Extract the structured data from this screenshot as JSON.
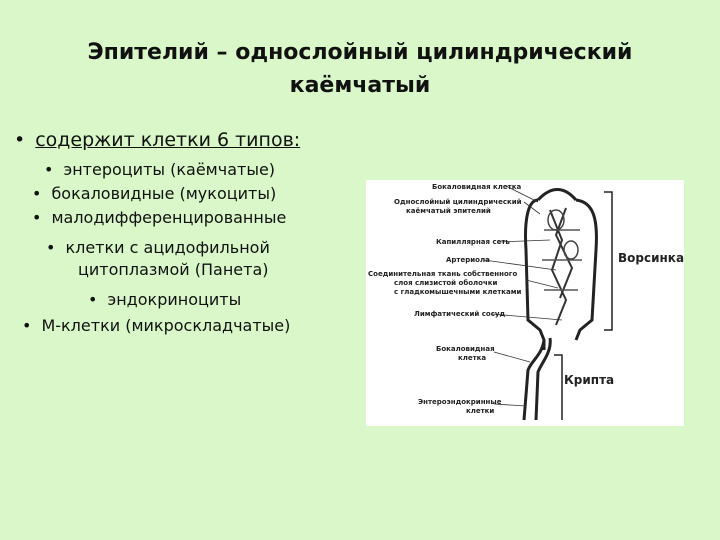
{
  "title_line1": "Эпителий – однослойный цилиндрический",
  "title_line2": "каёмчатый",
  "main_bullet": "содержит клетки 6 типов:",
  "items": [
    "энтероциты (каёмчатые)",
    "бокаловидные (мукоциты)",
    "малодифференцированные",
    "клетки с ацидофильной",
    "цитоплазмой (Панета)",
    "эндокриноциты",
    "М-клетки (микроскладчатые)"
  ],
  "figure": {
    "labels": [
      "Бокаловидная клетка",
      "Однослойный цилиндрический",
      "каёмчатый эпителий",
      "Капиллярная сеть",
      "Артериола",
      "Соединительная ткань собственного",
      "слоя слизистой оболочки",
      "с гладкомышечными клетками",
      "Лимфатический сосуд",
      "Бокаловидная",
      "клетка",
      "Энтероэндокринные",
      "клетки"
    ],
    "villus": "Ворсинка",
    "crypt": "Крипта"
  }
}
